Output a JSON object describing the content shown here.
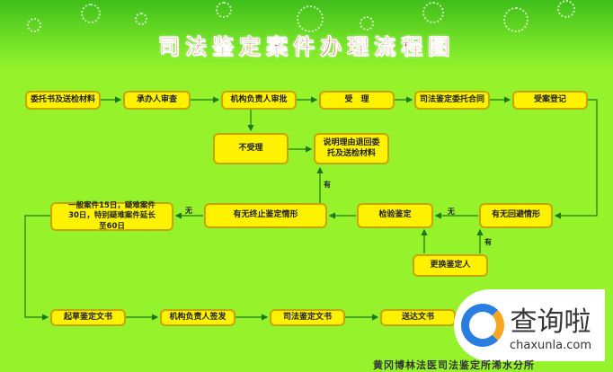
{
  "title": "司法鉴定案件办理流程图",
  "boxes": {
    "b1": "委托书及送检材料",
    "b2": "承办人审查",
    "b3": "机构负责人审批",
    "b4": "受　理",
    "b5": "司法鉴定委托合同",
    "b6": "受案登记",
    "reject": "不受理",
    "explain": "说明理由退回委托及送检材料",
    "avoid": "有无回避情形",
    "inspect": "检验鉴定",
    "terminate": "有无终止鉴定情形",
    "deadline": "一般案件15日，疑难案件30日，特别疑难案件延长至60日",
    "replace": "更换鉴定人",
    "draft": "起草鉴定文书",
    "sign": "机构负责人签发",
    "doc": "司法鉴定文书",
    "deliver": "送达文书"
  },
  "labels": {
    "yes1": "有",
    "no1": "无",
    "no2": "无",
    "yes2": "有"
  },
  "watermark": {
    "cn": "查询啦",
    "en": "chaxunla.com"
  },
  "footer": "黄冈博林法医司法鉴定所浠水分所"
}
